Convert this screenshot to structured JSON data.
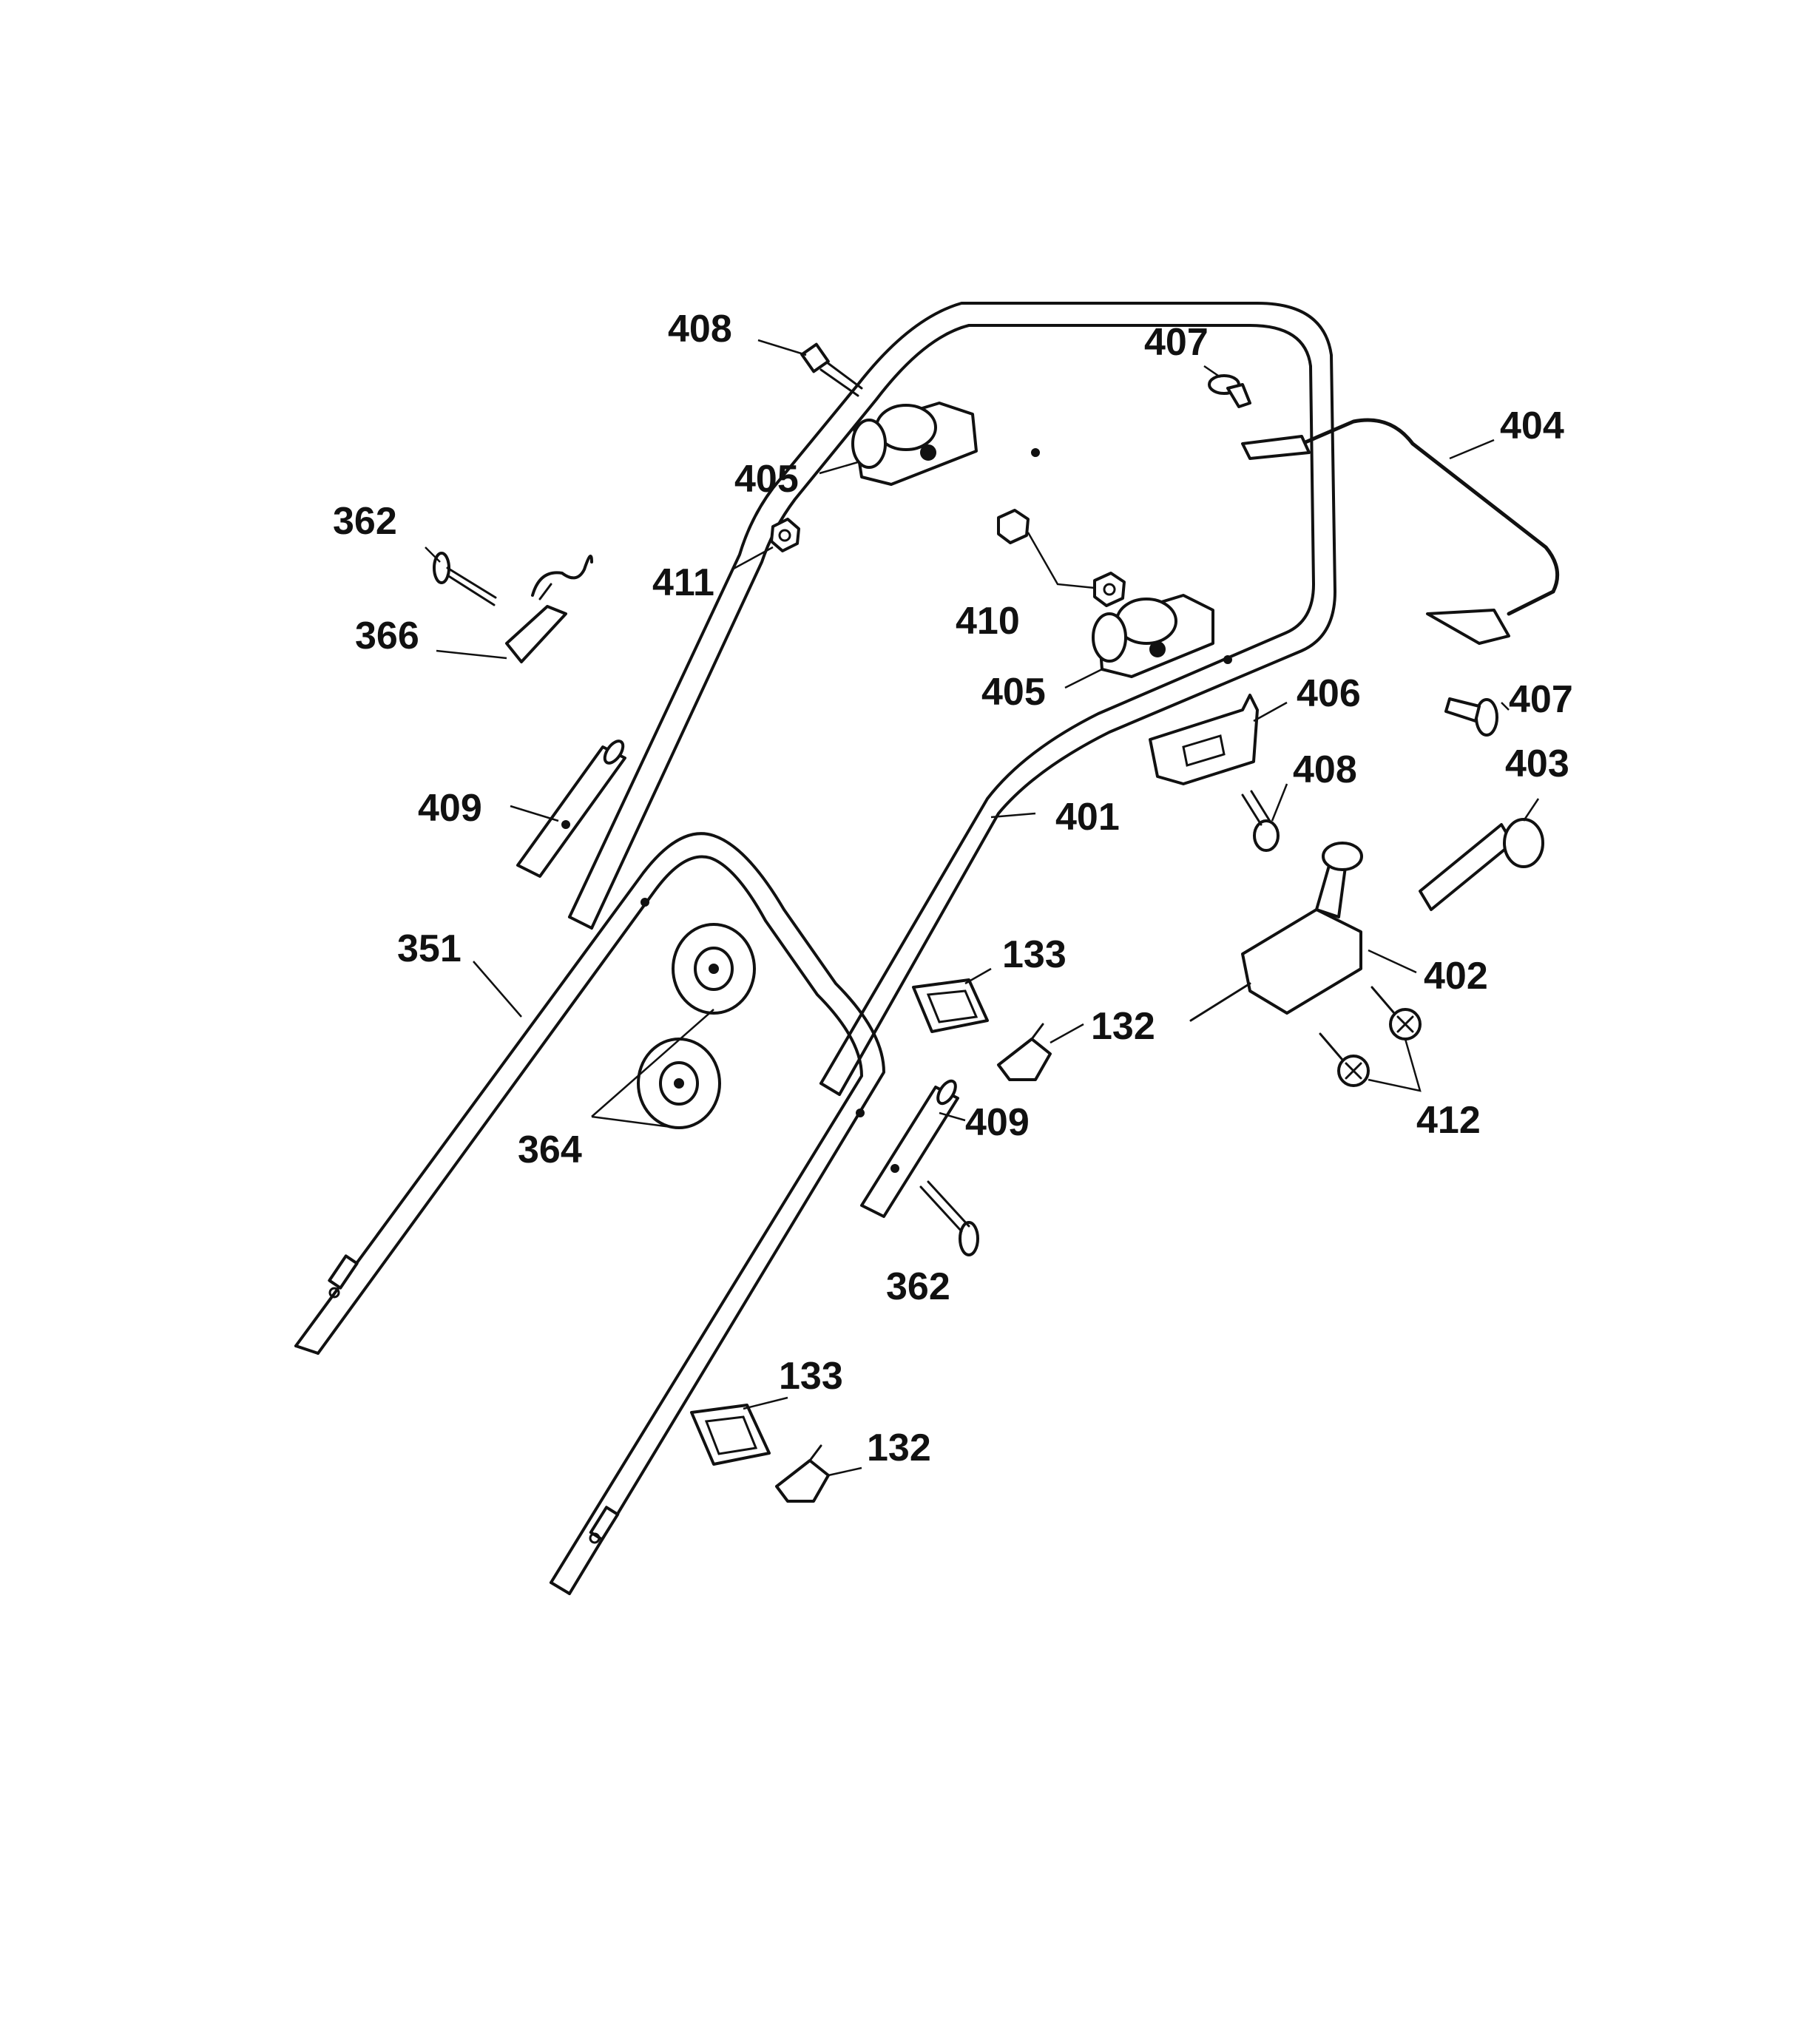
{
  "diagram": {
    "type": "exploded-parts-diagram",
    "colors": {
      "line": "#111111",
      "background": "#ffffff"
    },
    "callouts": [
      {
        "id": "c-408a",
        "label": "408"
      },
      {
        "id": "c-407a",
        "label": "407"
      },
      {
        "id": "c-404",
        "label": "404"
      },
      {
        "id": "c-405a",
        "label": "405"
      },
      {
        "id": "c-362a",
        "label": "362"
      },
      {
        "id": "c-411",
        "label": "411"
      },
      {
        "id": "c-410",
        "label": "410"
      },
      {
        "id": "c-366",
        "label": "366"
      },
      {
        "id": "c-405b",
        "label": "405"
      },
      {
        "id": "c-406",
        "label": "406"
      },
      {
        "id": "c-407b",
        "label": "407"
      },
      {
        "id": "c-408b",
        "label": "408"
      },
      {
        "id": "c-403",
        "label": "403"
      },
      {
        "id": "c-409a",
        "label": "409"
      },
      {
        "id": "c-401",
        "label": "401"
      },
      {
        "id": "c-351",
        "label": "351"
      },
      {
        "id": "c-133a",
        "label": "133"
      },
      {
        "id": "c-402",
        "label": "402"
      },
      {
        "id": "c-132a",
        "label": "132"
      },
      {
        "id": "c-364",
        "label": "364"
      },
      {
        "id": "c-409b",
        "label": "409"
      },
      {
        "id": "c-412",
        "label": "412"
      },
      {
        "id": "c-362b",
        "label": "362"
      },
      {
        "id": "c-133b",
        "label": "133"
      },
      {
        "id": "c-132b",
        "label": "132"
      }
    ]
  }
}
